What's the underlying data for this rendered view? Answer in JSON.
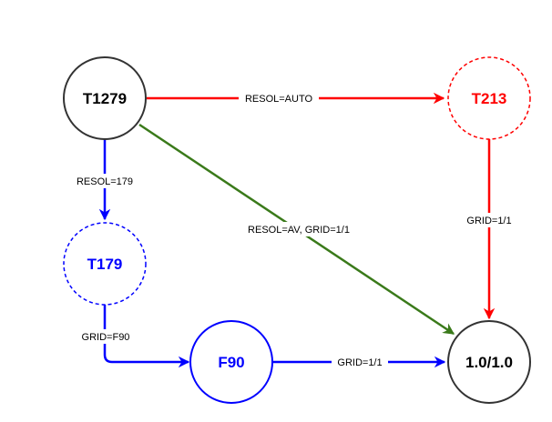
{
  "colors": {
    "black": "#333333",
    "red": "#ff0000",
    "blue": "#0000ff",
    "green": "#3a7a1a"
  },
  "nodes": {
    "t1279": {
      "label": "T1279",
      "style": "solid",
      "color": "black"
    },
    "t213": {
      "label": "T213",
      "style": "dashed",
      "color": "red"
    },
    "t179": {
      "label": "T179",
      "style": "dashed",
      "color": "blue"
    },
    "f90": {
      "label": "F90",
      "style": "solid",
      "color": "blue"
    },
    "target": {
      "label": "1.0/1.0",
      "style": "solid",
      "color": "black"
    }
  },
  "edges": {
    "t1279_t213": {
      "label": "RESOL=AUTO",
      "color": "red"
    },
    "t1279_t179": {
      "label": "RESOL=179",
      "color": "blue"
    },
    "t1279_target": {
      "label": "RESOL=AV, GRID=1/1",
      "color": "green"
    },
    "t213_target": {
      "label": "GRID=1/1",
      "color": "red"
    },
    "t179_f90": {
      "label": "GRID=F90",
      "color": "blue"
    },
    "f90_target": {
      "label": "GRID=1/1",
      "color": "blue"
    }
  }
}
